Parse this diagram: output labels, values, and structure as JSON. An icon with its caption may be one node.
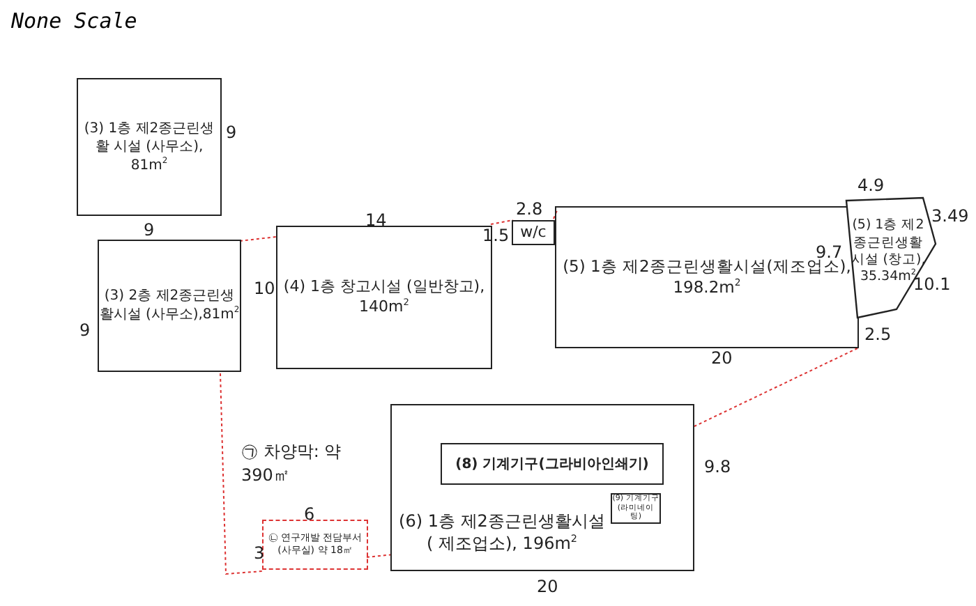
{
  "diagram": {
    "title": "None Scale",
    "nodes": [
      {
        "text": [
          "(3) 1층 제2종근린생활 시설 (사무소), 81m$^{2}$"
        ]
      },
      {
        "text": [
          "(3) 2층 제2종근린생활시설 (사무소),81m$^{2}$"
        ]
      },
      {
        "text": [
          "(4) 1층 창고시설 (일반창고), 140m$^{2}$"
        ]
      },
      {
        "text": [
          "w/c"
        ]
      },
      {
        "text": [
          "(5) 1층 제2종근린생활시설(제조업소), 198.2m$^{2}$"
        ]
      },
      {
        "text": [
          "(5) 1층 제2종근린생활시설 (창고), 35.34m$^{2}$"
        ]
      },
      {
        "text": [
          "(6) 1층 제2종근린생활시설( 제조업소), 196m$^{2}$"
        ]
      },
      {
        "text": [
          "(8) 기계기구(그라비아인쇄기)"
        ],
        "in": 6
      },
      {
        "text": [
          "(9) 기계기구 (라미네이팅)"
        ],
        "in": 6
      },
      {
        "text": [
          "㉡ 연구개발 전담부서(사무실) 약 18㎡"
        ]
      }
    ],
    "labels": [
      "9",
      "9",
      "9",
      "10",
      "14",
      "2.8",
      "1.5",
      "9.7",
      "4.9",
      "3.49",
      "10.1",
      "2.5",
      "20",
      "㉠ 차양막: 약 390㎡",
      "9.8",
      "6",
      "3",
      "20"
    ]
  }
}
